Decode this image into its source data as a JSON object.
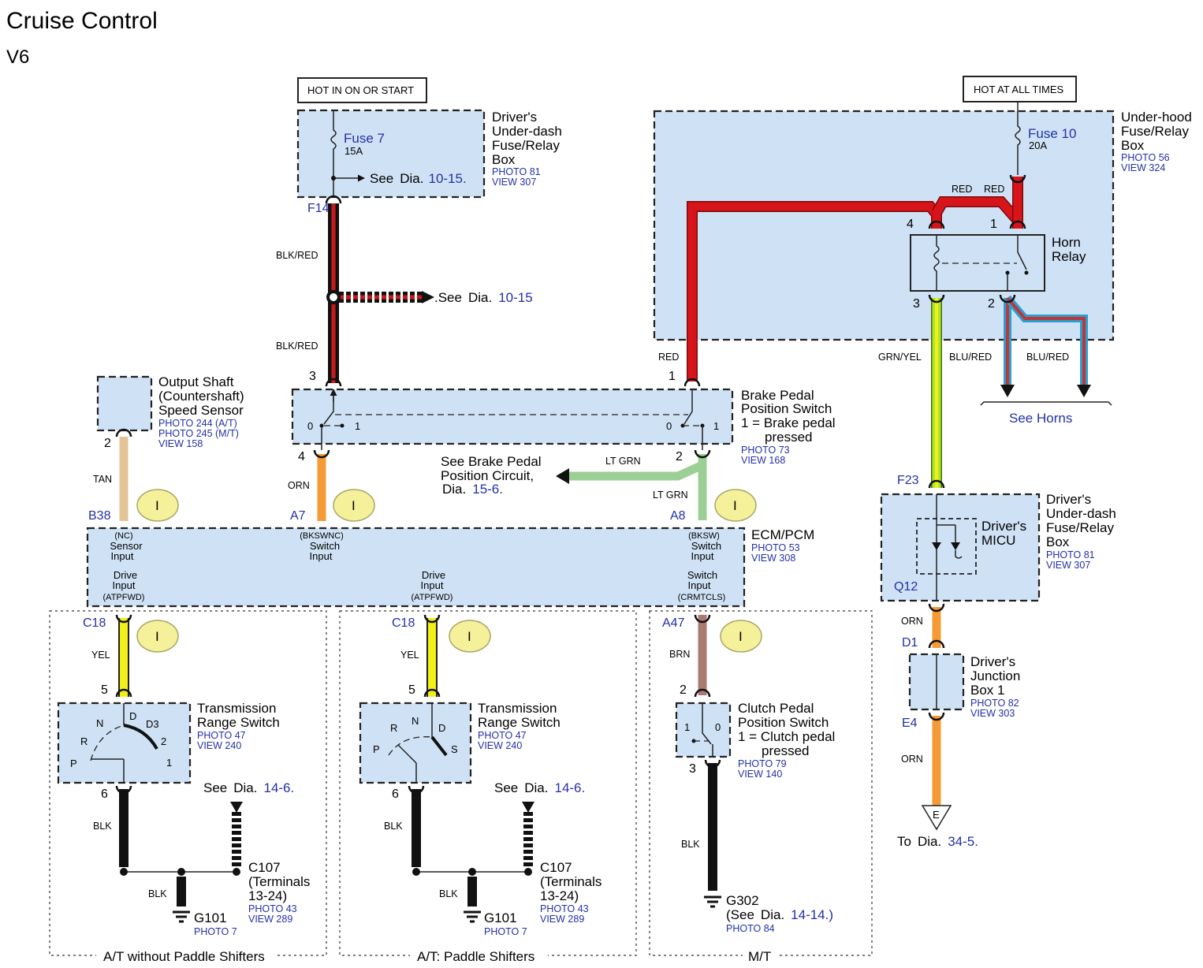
{
  "header": {
    "title": "Cruise Control",
    "subtitle": "V6"
  },
  "power": {
    "hot_run": "HOT IN ON OR START",
    "hot_always": "HOT AT ALL TIMES"
  },
  "fuse7": {
    "name": "Fuse 7",
    "rating": "15A",
    "see_text": "See",
    "see_dia": "Dia.",
    "see_num": "10-15."
  },
  "driver_box": {
    "line1": "Driver's",
    "line2": "Under-dash",
    "line3": "Fuse/Relay",
    "line4": "Box",
    "photo": "PHOTO 81",
    "view": "VIEW 307"
  },
  "underhood": {
    "line1": "Under-hood",
    "line2": "Fuse/Relay",
    "line3": "Box",
    "photo": "PHOTO 56",
    "view": "VIEW 324",
    "fuse": "Fuse 10",
    "rating": "20A"
  },
  "horn_relay": {
    "line1": "Horn",
    "line2": "Relay",
    "pin4": "4",
    "pin1": "1",
    "pin3": "3",
    "pin2": "2"
  },
  "see_horns": "See Horns",
  "wires": {
    "blk_red_1": "BLK/RED",
    "blk_red_2": "BLK/RED",
    "red_1": "RED",
    "red_2": "RED",
    "red_3": "RED",
    "grn_yel": "GRN/YEL",
    "blu_red_1": "BLU/RED",
    "blu_red_2": "BLU/RED",
    "tan": "TAN",
    "orn_1": "ORN",
    "lt_grn_1": "LT GRN",
    "lt_grn_2": "LT GRN",
    "yel_1": "YEL",
    "yel_2": "YEL",
    "brn": "BRN",
    "blk_1": "BLK",
    "blk_2": "BLK",
    "blk_3": "BLK",
    "blk_4": "BLK",
    "blk_5": "BLK",
    "orn_2": "ORN",
    "orn_3": "ORN"
  },
  "connectors": {
    "f14": "F14",
    "b38": "B38",
    "a7": "A7",
    "a8": "A8",
    "c18_1": "C18",
    "c18_2": "C18",
    "a47": "A47",
    "f23": "F23",
    "q12": "Q12",
    "d1": "D1",
    "e4": "E4"
  },
  "see_dia_1015b": {
    "see": ".See",
    "dia": "Dia.",
    "num": "10-15"
  },
  "brake_switch": {
    "line1": "Brake Pedal",
    "line2": "Position Switch",
    "line3": "1 = Brake pedal",
    "line4": "pressed",
    "photo": "PHOTO 73",
    "view": "VIEW 168",
    "pin3": "3",
    "pin1": "1",
    "pin4": "4",
    "pin2": "2",
    "sw_a0": "0",
    "sw_a1": "1",
    "sw_b0": "0",
    "sw_b1": "1"
  },
  "see_brake": {
    "line1": "See Brake Pedal",
    "line2": "Position Circuit,",
    "line3": "Dia.",
    "num": "15-6."
  },
  "oss": {
    "line1": "Output Shaft",
    "line2": "(Countershaft)",
    "line3": "Speed Sensor",
    "photo1": "PHOTO 244 (A/T)",
    "photo2": "PHOTO 245 (M/T)",
    "view": "VIEW 158",
    "pin": "2"
  },
  "ecm": {
    "name": "ECM/PCM",
    "photo": "PHOTO 53",
    "view": "VIEW 308",
    "nc": "(NC)",
    "sensor": "Sensor",
    "input1": "Input",
    "bkswnc": "(BKSWNC)",
    "switch1": "Switch",
    "input2": "Input",
    "bksw": "(BKSW)",
    "switch2": "Switch",
    "input3": "Input",
    "drive1": "Drive",
    "input4": "Input",
    "atpfwd1": "(ATPFWD)",
    "drive2": "Drive",
    "input5": "Input",
    "atpfwd2": "(ATPFWD)",
    "switch3": "Switch",
    "input6": "Input",
    "crmtcls": "(CRMTCLS)"
  },
  "trs1": {
    "line1": "Transmission",
    "line2": "Range Switch",
    "photo": "PHOTO 47",
    "view": "VIEW 240",
    "pin5": "5",
    "pin6": "6",
    "p": "P",
    "r": "R",
    "n": "N",
    "d": "D",
    "d3": "D3",
    "two": "2",
    "one": "1"
  },
  "trs2": {
    "line1": "Transmission",
    "line2": "Range Switch",
    "photo": "PHOTO 47",
    "view": "VIEW 240",
    "pin5": "5",
    "pin6": "6",
    "p": "P",
    "r": "R",
    "n": "N",
    "d": "D",
    "s": "S"
  },
  "see_146_1": {
    "see": "See",
    "dia": "Dia.",
    "num": "14-6."
  },
  "see_146_2": {
    "see": "See",
    "dia": "Dia.",
    "num": "14-6."
  },
  "c107_1": {
    "name": "C107",
    "line2": "(Terminals",
    "line3": "13-24)",
    "photo": "PHOTO 43",
    "view": "VIEW 289"
  },
  "c107_2": {
    "name": "C107",
    "line2": "(Terminals",
    "line3": "13-24)",
    "photo": "PHOTO 43",
    "view": "VIEW 289"
  },
  "g101_1": {
    "name": "G101",
    "photo": "PHOTO 7"
  },
  "g101_2": {
    "name": "G101",
    "photo": "PHOTO 7"
  },
  "clutch": {
    "line1": "Clutch Pedal",
    "line2": "Position Switch",
    "line3": "1 = Clutch pedal",
    "line4": "pressed",
    "photo": "PHOTO 79",
    "view": "VIEW 140",
    "pin2": "2",
    "pin3": "3",
    "sw1": "1",
    "sw0": "0"
  },
  "g302": {
    "name": "G302",
    "see": "(See",
    "dia": "Dia.",
    "num": "14-14.)",
    "photo": "PHOTO 84"
  },
  "micu_box": {
    "micu1": "Driver's",
    "micu2": "MICU",
    "line1": "Driver's",
    "line2": "Under-dash",
    "line3": "Fuse/Relay",
    "line4": "Box",
    "photo": "PHOTO 81",
    "view": "VIEW 307"
  },
  "jbox": {
    "line1": "Driver's",
    "line2": "Junction",
    "line3": "Box 1",
    "photo": "PHOTO 82",
    "view": "VIEW 303"
  },
  "to_dia": {
    "e": "E",
    "to": "To",
    "dia": "Dia.",
    "num": "34-5."
  },
  "sections": {
    "at_no_paddle": "A/T without Paddle Shifters",
    "at_paddle": "A/T: Paddle Shifters",
    "mt": "M/T"
  },
  "clock_glyph": "I",
  "colors": {
    "box_fill": "#cfe2f5",
    "red": "#d8141b",
    "orange": "#f59a35",
    "tan": "#e3c496",
    "lt_green": "#9ccf95",
    "yellow": "#f2ef16",
    "brown": "#a87a72",
    "grn_yel": "#a9e82a",
    "blu_red": "#2aa0cc",
    "label_blue": "#2330a8",
    "clock_fill": "#f5f09a"
  }
}
